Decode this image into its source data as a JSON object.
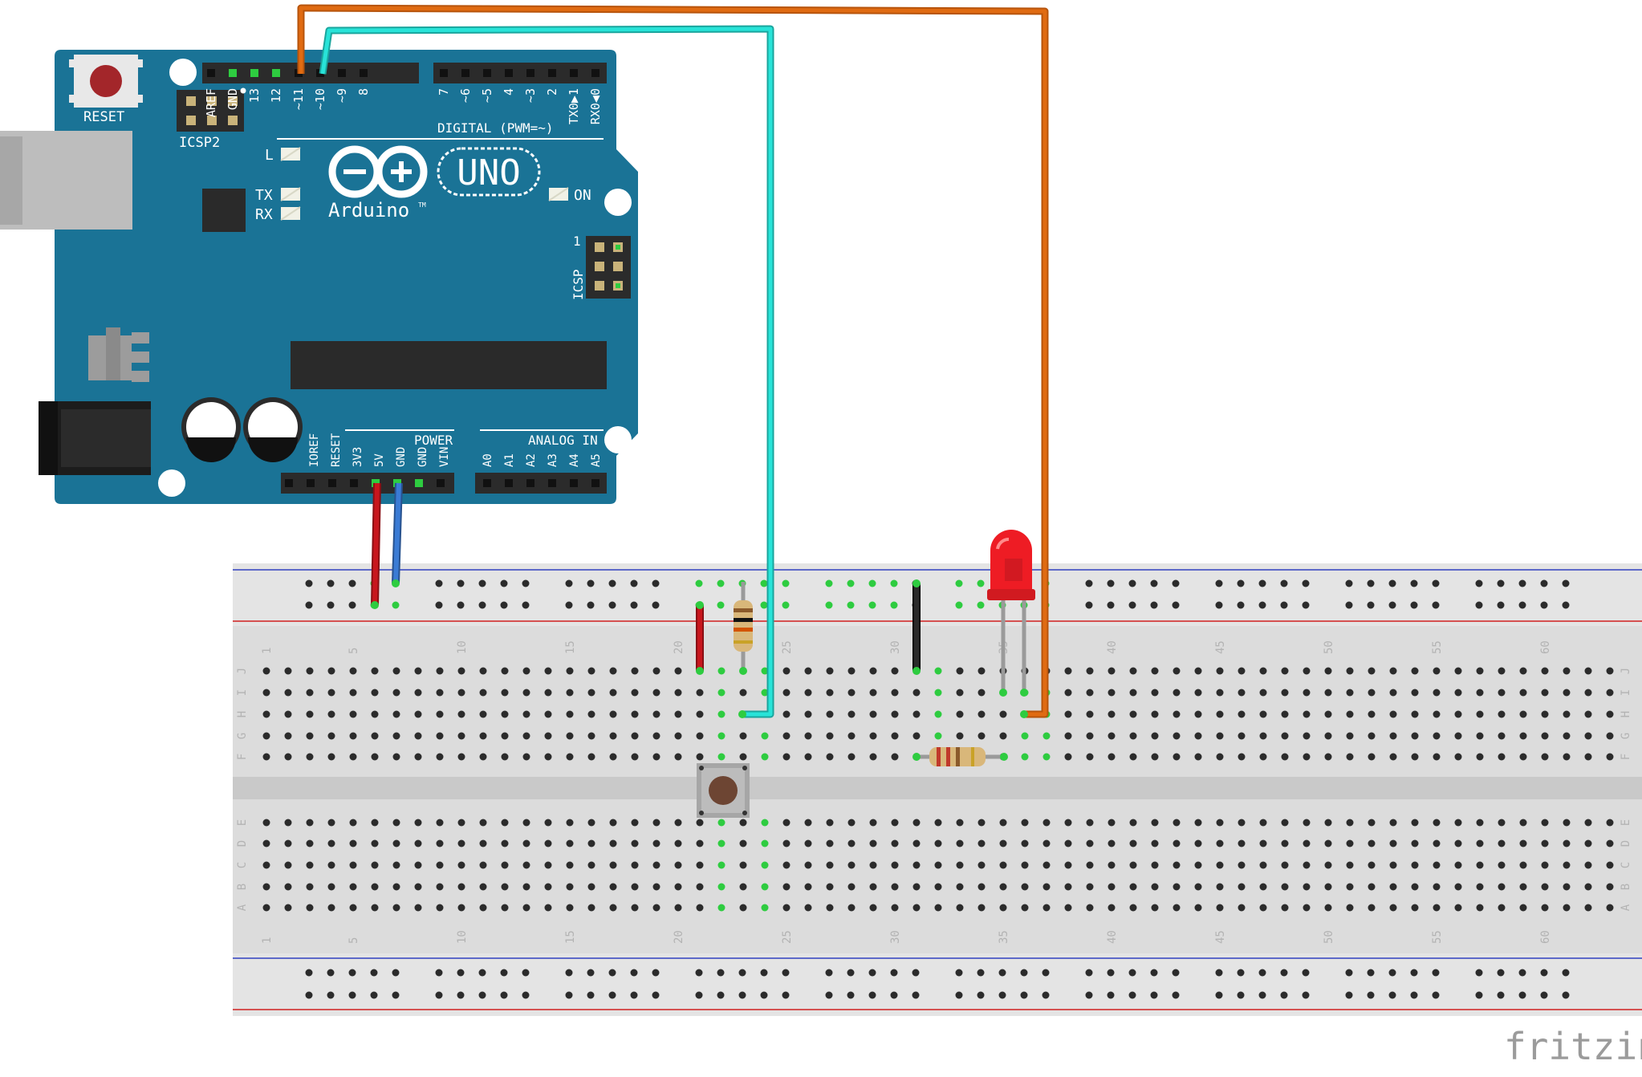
{
  "arduino": {
    "reset_label": "RESET",
    "icsp2_label": "ICSP2",
    "icsp_label": "ICSP",
    "icsp_pin1": "1",
    "digital_label": "DIGITAL (PWM=~)",
    "led_l": "L",
    "led_tx": "TX",
    "led_rx": "RX",
    "led_on": "ON",
    "brand": "Arduino",
    "trademark": "TM",
    "model": "UNO",
    "power_label": "POWER",
    "analog_label": "ANALOG IN",
    "digital_pins_left": [
      "AREF",
      "GND",
      "13",
      "12",
      "~11",
      "~10",
      "~9",
      "8"
    ],
    "digital_pins_right": [
      "7",
      "~6",
      "~5",
      "4",
      "~3",
      "2",
      "TX0▶1",
      "RX0◀0"
    ],
    "power_pins": [
      "IOREF",
      "RESET",
      "3V3",
      "5V",
      "GND",
      "GND",
      "VIN"
    ],
    "analog_pins": [
      "A0",
      "A1",
      "A2",
      "A3",
      "A4",
      "A5"
    ]
  },
  "breadboard": {
    "row_letters_top": [
      "J",
      "I",
      "H",
      "G",
      "F"
    ],
    "row_letters_bottom": [
      "E",
      "D",
      "C",
      "B",
      "A"
    ],
    "column_numbers": [
      "1",
      "5",
      "10",
      "15",
      "20",
      "25",
      "30",
      "35",
      "40",
      "45",
      "50",
      "55",
      "60"
    ]
  },
  "watermark": "fritzing",
  "colors": {
    "board_blue": "#1a7396",
    "wire_orange": "#e06b12",
    "wire_cyan": "#28e3d8",
    "wire_red": "#c8161d",
    "wire_blue": "#3a7bd5",
    "wire_black": "#222222",
    "led_red": "#ee1c24",
    "connected_green": "#2ecc40"
  }
}
